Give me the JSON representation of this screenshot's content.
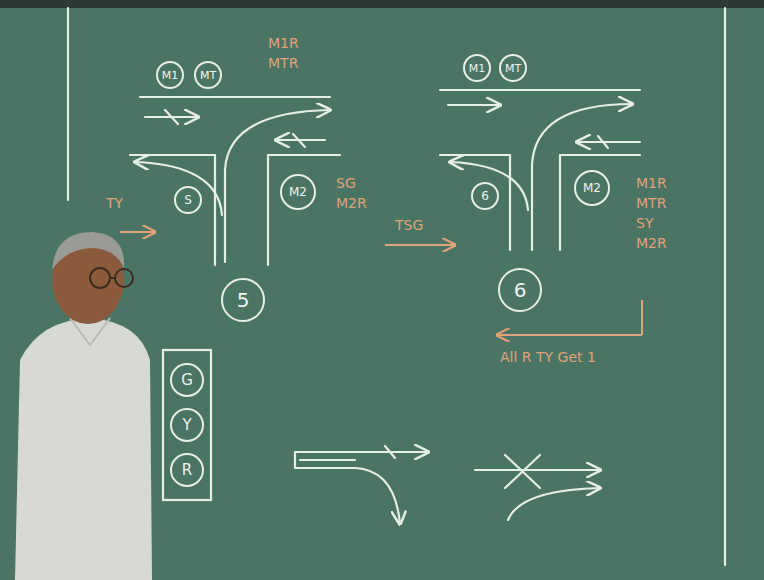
{
  "diagram": {
    "nodes": [
      {
        "text": [
          "M1"
        ]
      },
      {
        "text": [
          "MT"
        ]
      },
      {
        "text": [
          "S"
        ]
      },
      {
        "text": [
          "M2"
        ]
      },
      {
        "text": [
          "5"
        ]
      },
      {
        "text": [
          "M1"
        ]
      },
      {
        "text": [
          "MT"
        ]
      },
      {
        "text": [
          "6"
        ]
      },
      {
        "text": [
          "M2"
        ]
      },
      {
        "text": [
          "6"
        ]
      },
      {
        "text": [
          "G"
        ]
      },
      {
        "text": [
          "Y"
        ]
      },
      {
        "text": [
          "R"
        ]
      }
    ],
    "labels": [
      "M1R",
      "MTR",
      "SG",
      "M2R",
      "TY",
      "TSG",
      "M1R",
      "MTR",
      "SY",
      "M2R",
      "All R TY Get 1"
    ]
  }
}
